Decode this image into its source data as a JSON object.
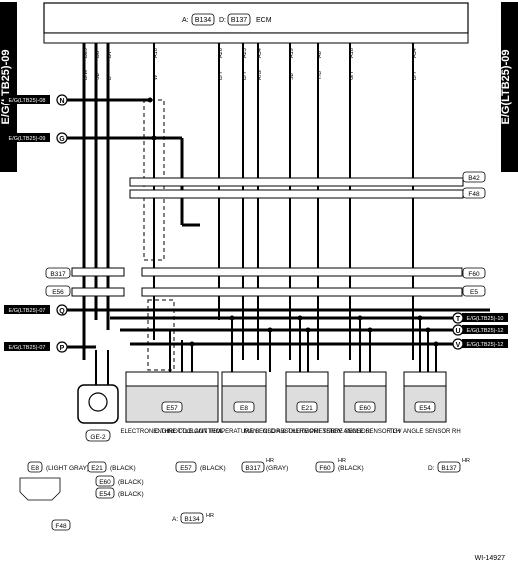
{
  "side_tab": "E/G(LTB25)-09",
  "ecm": {
    "label": "ECM",
    "connA_prefix": "A:",
    "connA": "B134",
    "connD_prefix": "D:",
    "connD": "B137"
  },
  "ecm_pins": [
    {
      "n": "D29",
      "c": "B/W"
    },
    {
      "n": "D8",
      "c": "Sb"
    },
    {
      "n": "D7",
      "c": "B"
    },
    {
      "n": "A18",
      "c": "W"
    },
    {
      "n": "A26",
      "c": "B/Y"
    },
    {
      "n": "A25",
      "c": "B/Y"
    },
    {
      "n": "A34",
      "c": "R/G"
    },
    {
      "n": "A19",
      "c": "Sb"
    },
    {
      "n": "A6",
      "c": "Y/B"
    },
    {
      "n": "A16",
      "c": "G/Y"
    },
    {
      "n": "A34",
      "c": "B/Y"
    }
  ],
  "refs": [
    {
      "text": "E/G(LTB25)-08",
      "key": "N"
    },
    {
      "text": "E/G(LTB25)-09",
      "key": "G"
    },
    {
      "text": "E/G(LTB25)-07",
      "key": "Q"
    },
    {
      "text": "E/G(LTB25)-07",
      "key": "P"
    },
    {
      "text": "E/G(LTB25)-10",
      "key": "T"
    },
    {
      "text": "E/G(LTB25)-12",
      "key": "U"
    },
    {
      "text": "E/G(LTB25)-12",
      "key": "V"
    }
  ],
  "junctions": [
    "B42",
    "F48",
    "B317",
    "E56",
    "F60",
    "E5"
  ],
  "sensors": [
    {
      "id": "E57",
      "label": "ELECTRONIC THROTTLE CONTROL"
    },
    {
      "id": "E8",
      "label": "ENGINE COOLANT TEMPERATURE SENSOR & THERMOMETER"
    },
    {
      "id": "E21",
      "label": "MANIFOLD ABSOLUTE PRESSURE SENSOR"
    },
    {
      "id": "E60",
      "label": "TGV ANGLE SENSOR LH"
    },
    {
      "id": "E54",
      "label": "TGV ANGLE SENSOR RH"
    }
  ],
  "ground": "GE-2",
  "legend": {
    "e8": "E8",
    "e8_color": "(LIGHT GRAY)",
    "e21": "E21",
    "e21_color": "(BLACK)",
    "e60": "E60",
    "e60_color": "(BLACK)",
    "e54": "E54",
    "e54_color": "(BLACK)",
    "e57": "E57",
    "e57_color": "(BLACK)",
    "b317": "B317",
    "b317_color": "(GRAY)",
    "b317_hr": "HR",
    "f60": "F60",
    "f60_color": "(BLACK)",
    "f60_hr": "HR",
    "d_prefix": "D:",
    "b137": "B137",
    "b137_hr": "HR",
    "f48": "F48",
    "a_prefix": "A:",
    "b134": "B134",
    "b134_hr": "HR"
  },
  "figure_id": "WI-14927"
}
